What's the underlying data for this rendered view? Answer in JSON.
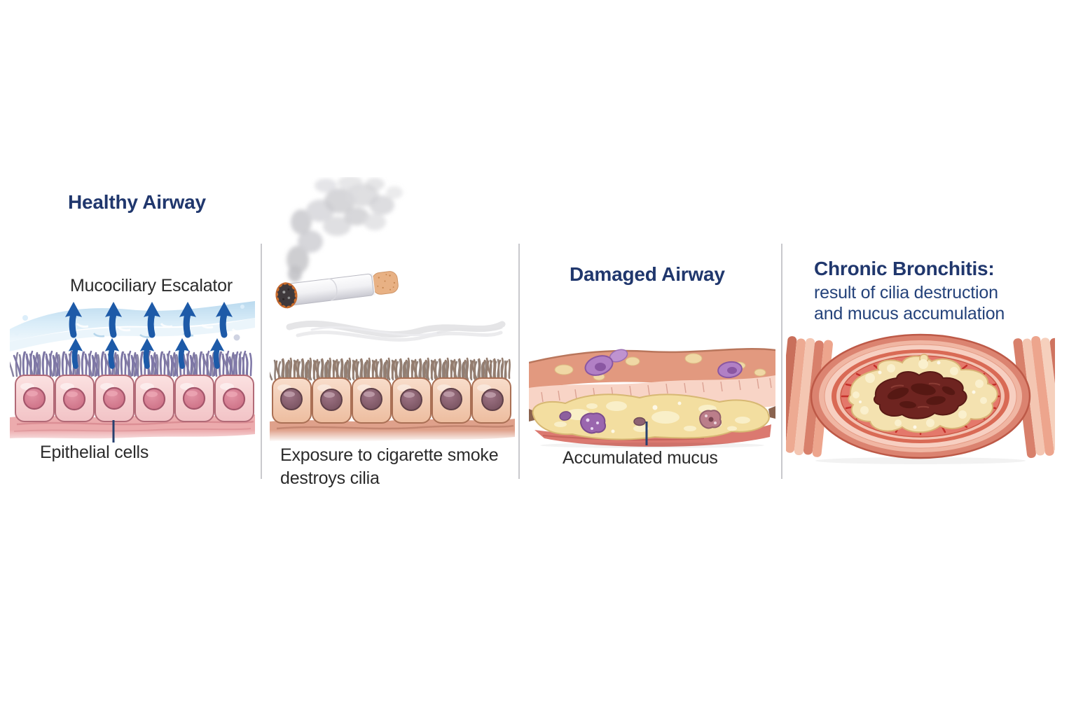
{
  "figure": {
    "type": "medical-illustration",
    "topic": "Progression from healthy airway to chronic bronchitis",
    "panels": [
      {
        "id": "healthy-airway",
        "title": "Healthy Airway",
        "labels": {
          "mucociliary_escalator": "Mucociliary Escalator",
          "epithelial_cells": "Epithelial cells"
        }
      },
      {
        "id": "smoke-exposure",
        "caption_line1": "Exposure to cigarette smoke",
        "caption_line2": "destroys cilia"
      },
      {
        "id": "damaged-airway",
        "title": "Damaged Airway",
        "labels": {
          "accumulated_mucus": "Accumulated mucus"
        }
      },
      {
        "id": "chronic-bronchitis",
        "title": "Chronic Bronchitis:",
        "subtitle_line1": "result of cilia destruction",
        "subtitle_line2": "and mucus accumulation"
      }
    ],
    "colors": {
      "heading_navy": "#20376d",
      "subtitle_navy": "#24427a",
      "label_dark": "#2b2b2b",
      "pointer_navy": "#27406f",
      "divider_gray": "#c9c9cd",
      "arrow_blue": "#1d5aa8",
      "mucus_band_blue": "#b7d8ee",
      "cilia_purple": "#7d76a6",
      "cilia_damaged_brown": "#947d6f",
      "cell_pink": "#f3c6c9",
      "cell_peach": "#edbd9f",
      "mucus_yellow": "#f3dea0",
      "tissue_salmon": "#e2997f",
      "lumen_dark_red": "#6e2420",
      "background": "#ffffff"
    }
  }
}
